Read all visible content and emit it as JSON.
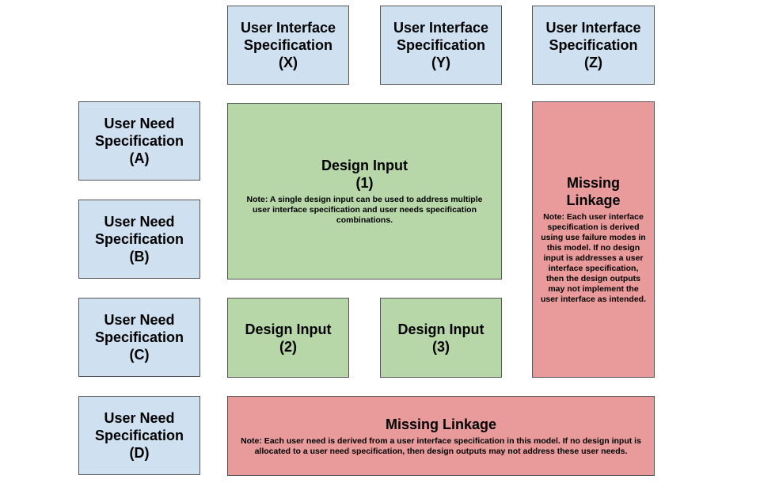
{
  "columns": [
    {
      "title": "User Interface\nSpecification\n(X)"
    },
    {
      "title": "User Interface\nSpecification\n(Y)"
    },
    {
      "title": "User Interface\nSpecification\n(Z)"
    }
  ],
  "rows": [
    {
      "title": "User Need\nSpecification\n(A)"
    },
    {
      "title": "User Need\nSpecification\n(B)"
    },
    {
      "title": "User Need\nSpecification\n(C)"
    },
    {
      "title": "User Need\nSpecification\n(D)"
    }
  ],
  "design_inputs": [
    {
      "title": "Design Input\n(1)",
      "note": "Note: A single design input can be used to address multiple user interface specification and user needs specification combinations."
    },
    {
      "title": "Design Input\n(2)"
    },
    {
      "title": "Design Input\n(3)"
    }
  ],
  "missing_linkage_column": {
    "title": "Missing\nLinkage",
    "note": "Note: Each user interface specification is derived using use failure modes in this model. If no design input is addresses a user interface specification, then the design outputs may not implement the user interface as intended."
  },
  "missing_linkage_row": {
    "title": "Missing Linkage",
    "note": "Note: Each user need is derived from a user interface specification in this model. If no design input is allocated to a user need specification, then design outputs may not address these user needs."
  },
  "colors": {
    "specification": "#cfe0f1",
    "design_input": "#b8d7a8",
    "missing_linkage": "#e89b9a"
  }
}
